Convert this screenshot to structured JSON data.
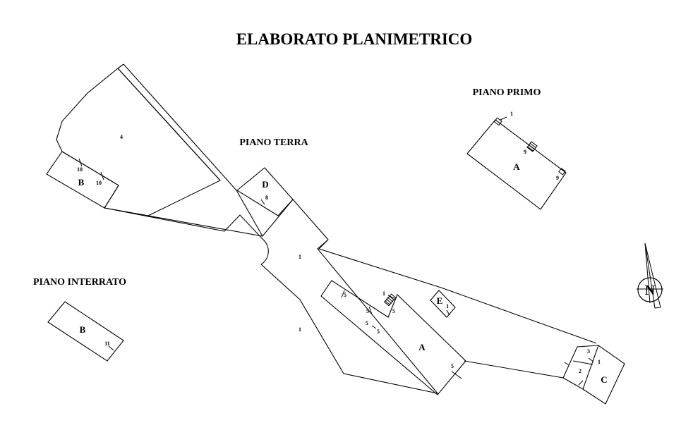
{
  "title": "ELABORATO PLANIMETRICO",
  "floors": {
    "ground": "PIANO TERRA",
    "first": "PIANO PRIMO",
    "basement": "PIANO INTERRATO"
  },
  "ground": {
    "area_4": "4",
    "area_1_upper": "1",
    "area_1_lower": "1",
    "unit_B": "B",
    "unit_B_sub1": "10",
    "unit_B_sub2": "10",
    "unit_D": "D",
    "unit_D_sub": "8",
    "unit_A": "A",
    "unit_A_sub_a": "5",
    "unit_A_sub_b": "5",
    "unit_A_sub_c": "5",
    "unit_A_sub_d": "5",
    "unit_A_sub_e": "5",
    "unit_A_sub_f": "5",
    "unit_A_stair": "1",
    "unit_E": "E",
    "unit_E_sub": "1",
    "unit_C": "C",
    "unit_C_sub3": "3",
    "unit_C_sub1": "1",
    "unit_C_sub2": "2"
  },
  "first": {
    "unit_A": "A",
    "stair": "1",
    "sub9a": "9",
    "sub9b": "9"
  },
  "basement": {
    "unit_B": "B",
    "sub11": "11"
  },
  "compass": {
    "letter": "N"
  }
}
